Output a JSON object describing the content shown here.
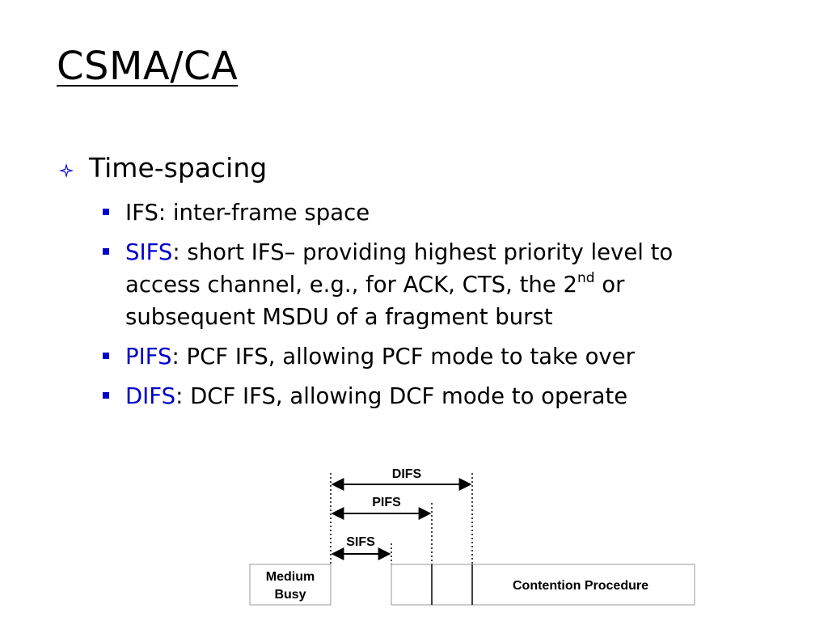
{
  "slide": {
    "title": "CSMA/CA",
    "topic": {
      "bullet_icon": "diamond-star-icon",
      "label": "Time-spacing"
    },
    "items": [
      {
        "keyword": "",
        "text": "IFS: inter-frame space"
      },
      {
        "keyword": "SIFS",
        "text_before_sup": ": short IFS– providing highest priority level to access channel, e.g., for ACK, CTS, the 2",
        "sup": "nd",
        "text_after_sup": " or subsequent MSDU of a fragment burst"
      },
      {
        "keyword": "PIFS",
        "text": ": PCF IFS, allowing PCF mode to take over"
      },
      {
        "keyword": "DIFS",
        "text": ": DCF IFS, allowing DCF mode to operate"
      }
    ],
    "colors": {
      "keyword": "#0000cc",
      "bullet": "#0000cc",
      "text": "#000000"
    }
  },
  "diagram": {
    "difs_label": "DIFS",
    "pifs_label": "PIFS",
    "sifs_label": "SIFS",
    "medium_busy_line1": "Medium",
    "medium_busy_line2": "Busy",
    "contention_label": "Contention Procedure"
  }
}
